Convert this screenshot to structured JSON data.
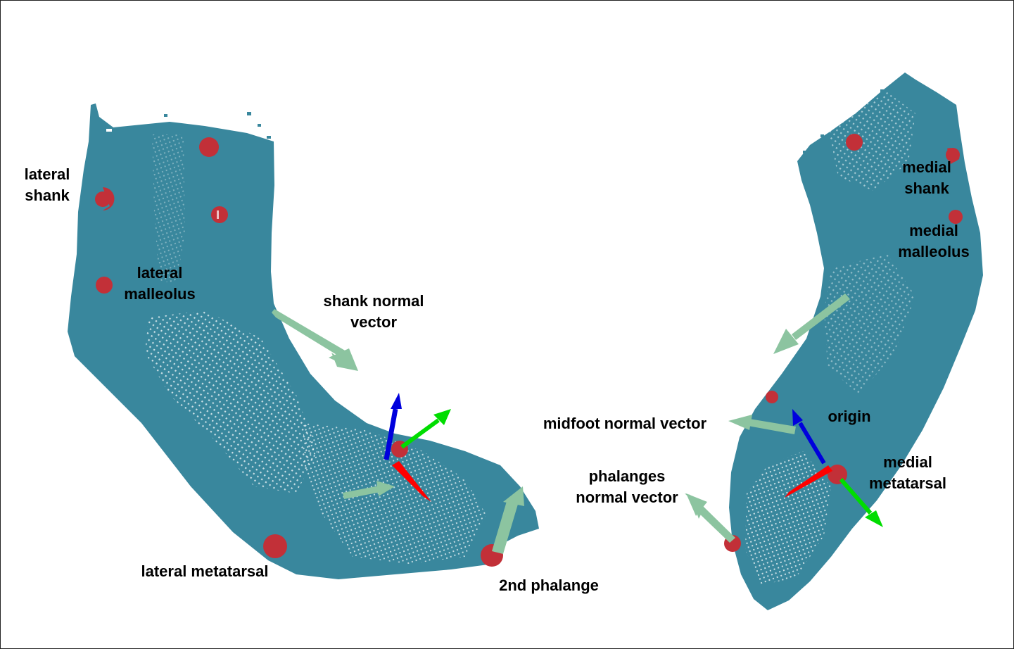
{
  "colors": {
    "foot": "#39879d",
    "foot_speckle": "#ffffff",
    "marker": "#c23038",
    "normal_vector": "#8cc4a0",
    "axis_x": "#ff0000",
    "axis_y": "#00dd00",
    "axis_z": "#0000dd"
  },
  "labels": {
    "lateral_shank": [
      "lateral",
      "shank"
    ],
    "lateral_malleolus": [
      "lateral",
      "malleolus"
    ],
    "shank_normal_vector": [
      "shank normal",
      "vector"
    ],
    "lateral_metatarsal": [
      "lateral metatarsal"
    ],
    "second_phalange": [
      "2nd phalange"
    ],
    "medial_shank": [
      "medial",
      "shank"
    ],
    "medial_malleolus": [
      "medial",
      "malleolus"
    ],
    "midfoot_normal_vector": [
      "midfoot normal vector"
    ],
    "origin": [
      "origin"
    ],
    "medial_metatarsal": [
      "medial",
      "metatarsal"
    ],
    "phalanges_normal_vector": [
      "phalanges",
      "normal vector"
    ]
  }
}
